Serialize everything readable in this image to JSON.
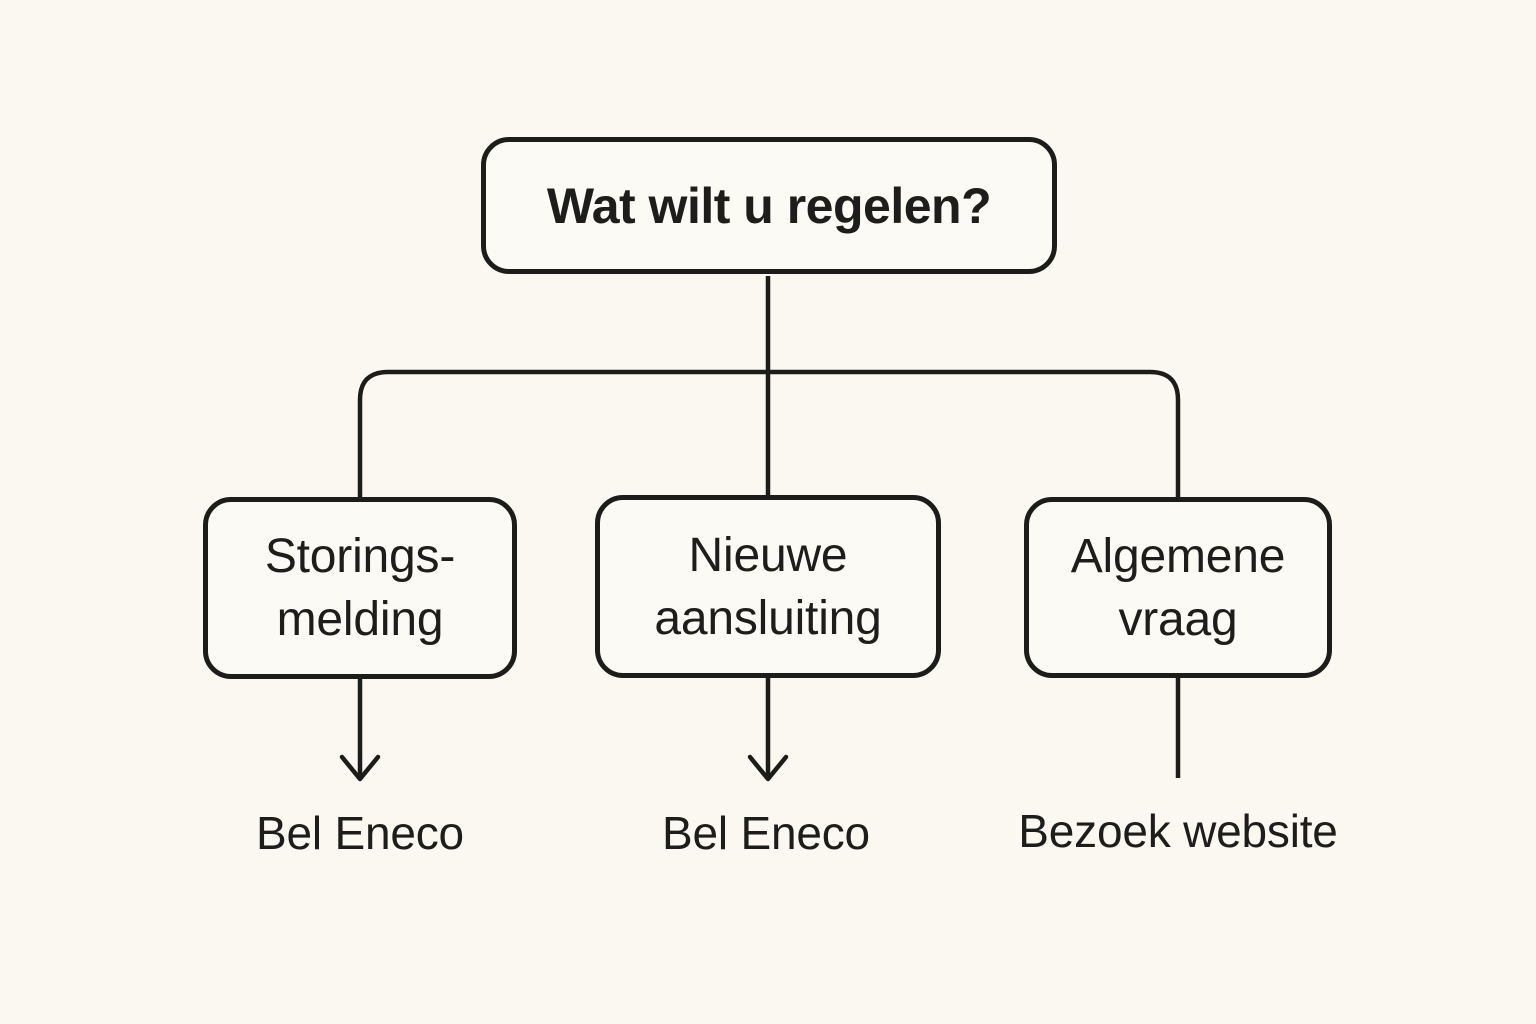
{
  "colors": {
    "background": "#FAF8F1",
    "box_fill": "#FCFAF4",
    "line": "#1C1C1A",
    "text": "#1D1D1B"
  },
  "flowchart": {
    "root": {
      "label": "Wat wilt u regelen?"
    },
    "branches": [
      {
        "id": "storingsmelding",
        "lines": [
          "Storings-",
          "melding"
        ],
        "outcome": "Bel Eneco",
        "connector": "arrow"
      },
      {
        "id": "nieuwe-aansluiting",
        "lines": [
          "Nieuwe",
          "aansluiting"
        ],
        "outcome": "Bel Eneco",
        "connector": "arrow"
      },
      {
        "id": "algemene-vraag",
        "lines": [
          "Algemene",
          "vraag"
        ],
        "outcome": "Bezoek website",
        "connector": "line"
      }
    ]
  }
}
